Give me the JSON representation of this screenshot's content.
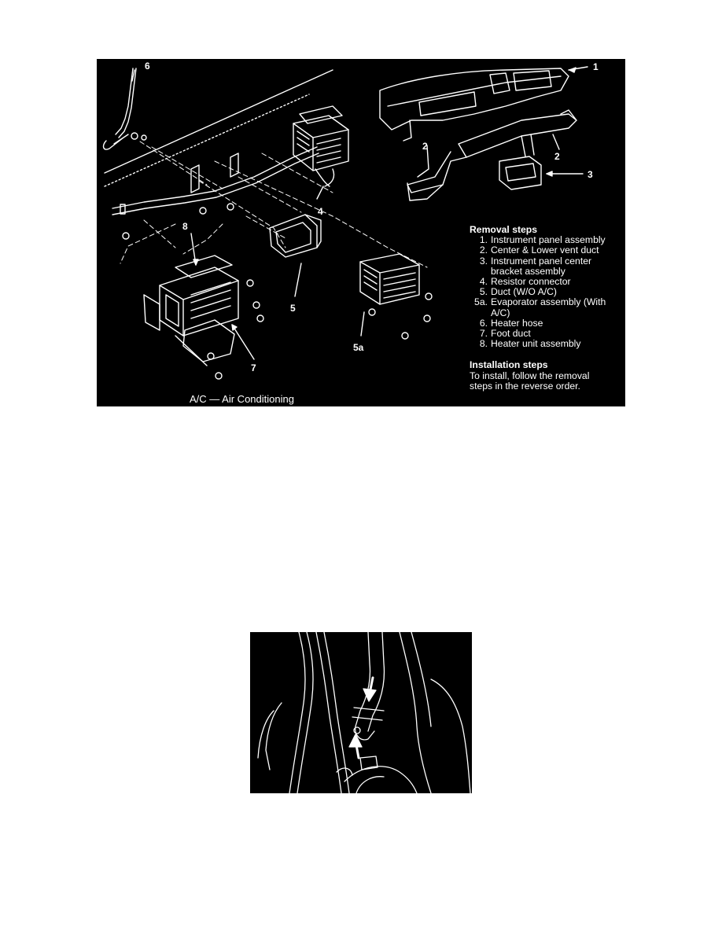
{
  "figure1": {
    "callouts": {
      "c1": "1",
      "c2a": "2",
      "c2b": "2",
      "c3": "3",
      "c4": "4",
      "c5": "5",
      "c5a": "5a",
      "c6": "6",
      "c7": "7",
      "c8": "8"
    },
    "removal_title": "Removal steps",
    "removal_steps": [
      {
        "num": "1.",
        "lines": [
          "Instrument panel assembly"
        ]
      },
      {
        "num": "2.",
        "lines": [
          "Center & Lower vent duct"
        ]
      },
      {
        "num": "3.",
        "lines": [
          "Instrument panel center",
          "bracket assembly"
        ]
      },
      {
        "num": "4.",
        "lines": [
          "Resistor connector"
        ]
      },
      {
        "num": "5.",
        "lines": [
          "Duct (W/O A/C)"
        ]
      },
      {
        "num": "5a.",
        "lines": [
          "Evaporator assembly (With",
          "A/C)"
        ]
      },
      {
        "num": "6.",
        "lines": [
          "Heater hose"
        ]
      },
      {
        "num": "7.",
        "lines": [
          "Foot duct"
        ]
      },
      {
        "num": "8.",
        "lines": [
          "Heater unit assembly"
        ]
      }
    ],
    "install_title": "Installation steps",
    "install_lines": [
      "To install, follow the removal",
      "steps in the reverse order."
    ],
    "caption": "A/C — Air Conditioning"
  },
  "colors": {
    "background": "#000000",
    "linework": "#ffffff",
    "page": "#ffffff"
  }
}
